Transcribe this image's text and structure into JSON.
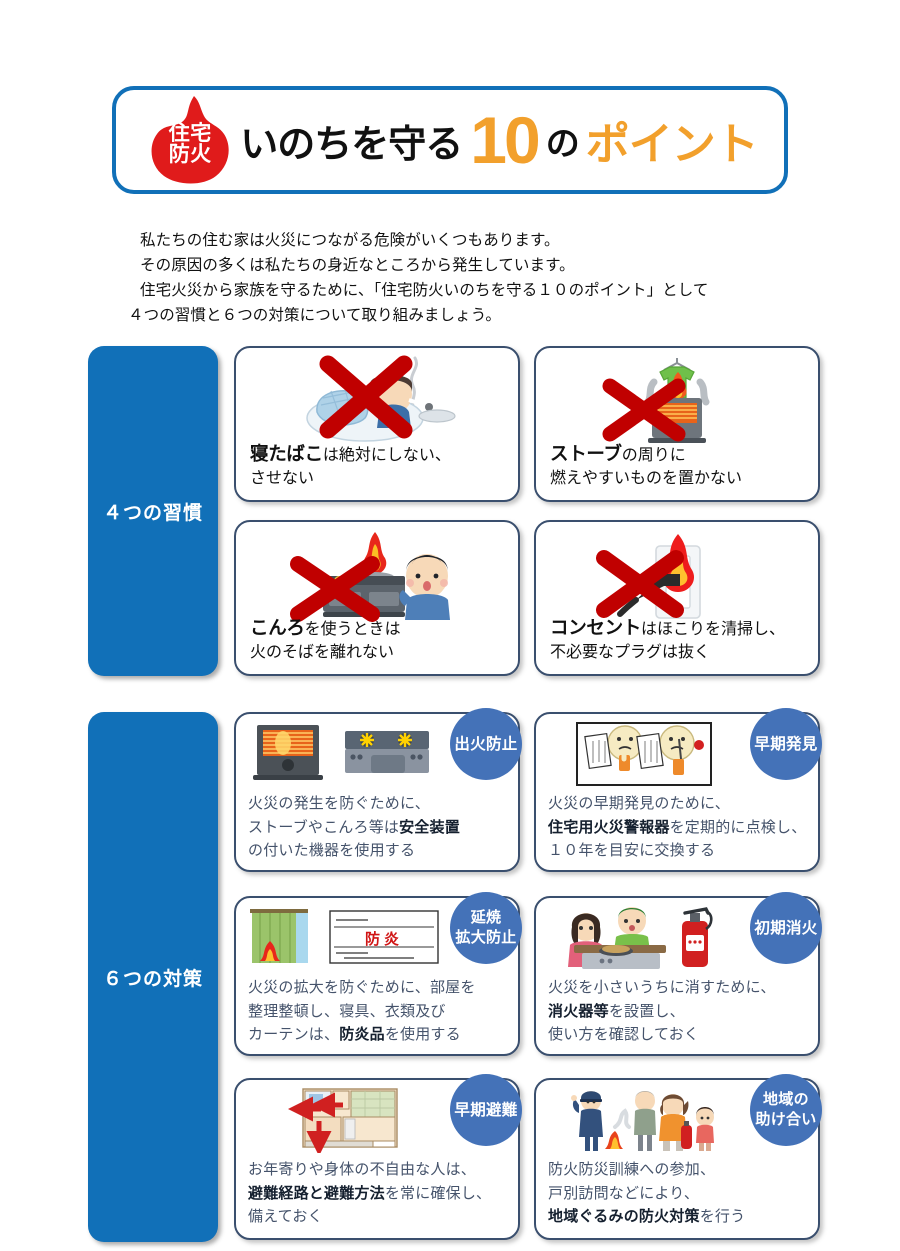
{
  "header": {
    "logo_line1": "住宅",
    "logo_line2": "防火",
    "title_part1": "いのちを守る",
    "title_number": "10",
    "title_no": "の",
    "title_part2": "ポイント",
    "logo_color": "#E01B1B",
    "accent_color": "#F2A02C",
    "border_color": "#1170B8"
  },
  "intro": {
    "line1": "私たちの住む家は火災につながる危険がいくつもあります。",
    "line2": "その原因の多くは私たちの身近なところから発生しています。",
    "line3": "住宅火災から家族を守るために、「住宅防火いのちを守る１０のポイント」として",
    "line4": "４つの習慣と６つの対策について取り組みましょう。"
  },
  "sections": {
    "habits_label": "４つの習慣",
    "measures_label": "６つの対策",
    "label_color": "#1170B8",
    "badge_color": "#4472B8",
    "card_border_color": "#3A4F6E"
  },
  "habits": [
    {
      "id": "h1",
      "icon": "person-smoking-in-bed-icon",
      "lead": "寝たばこ",
      "rest": "は絶対にしない、",
      "line2": "させない"
    },
    {
      "id": "h2",
      "icon": "stove-heater-with-laundry-icon",
      "lead": "ストーブ",
      "rest": "の周りに",
      "line2": "燃えやすいものを置かない"
    },
    {
      "id": "h3",
      "icon": "gas-cooktop-fire-icon",
      "lead": "こんろ",
      "rest": "を使うときは",
      "line2": "火のそばを離れない"
    },
    {
      "id": "h4",
      "icon": "power-outlet-tracking-fire-icon",
      "lead": "コンセント",
      "rest": "はほこりを清掃し、",
      "line2": "不必要なプラグは抜く"
    }
  ],
  "measures": [
    {
      "id": "m1",
      "badge_line1": "出火防止",
      "badge_line2": "",
      "icon": "heater-and-cooktop-icon",
      "lines": [
        [
          {
            "t": "火災の発生を防ぐために、",
            "b": false
          }
        ],
        [
          {
            "t": "ストーブやこんろ等は",
            "b": false
          },
          {
            "t": "安全装置",
            "b": true
          }
        ],
        [
          {
            "t": "の付いた機器を使用する",
            "b": false
          }
        ]
      ]
    },
    {
      "id": "m2",
      "badge_line1": "早期発見",
      "badge_line2": "",
      "icon": "smoke-alarm-check-icon",
      "lines": [
        [
          {
            "t": "火災の早期発見のために、",
            "b": false
          }
        ],
        [
          {
            "t": "住宅用火災警報器",
            "b": true
          },
          {
            "t": "を定期的に点検し、",
            "b": false
          }
        ],
        [
          {
            "t": "１０年を目安に交換する",
            "b": false
          }
        ]
      ]
    },
    {
      "id": "m3",
      "badge_line1": "延焼",
      "badge_line2": "拡大防止",
      "icon": "flame-retardant-curtain-label-icon",
      "lines": [
        [
          {
            "t": "火災の拡大を防ぐために、部屋を",
            "b": false
          }
        ],
        [
          {
            "t": "整理整頓し、寝具、衣類及び",
            "b": false
          }
        ],
        [
          {
            "t": "カーテンは、",
            "b": false
          },
          {
            "t": "防炎品",
            "b": true
          },
          {
            "t": "を使用する",
            "b": false
          }
        ]
      ]
    },
    {
      "id": "m4",
      "badge_line1": "初期消火",
      "badge_line2": "",
      "icon": "fire-extinguisher-kitchen-icon",
      "lines": [
        [
          {
            "t": "火災を小さいうちに消すために、",
            "b": false
          }
        ],
        [
          {
            "t": "消火器等",
            "b": true
          },
          {
            "t": "を設置し、",
            "b": false
          }
        ],
        [
          {
            "t": "使い方を確認しておく",
            "b": false
          }
        ]
      ]
    },
    {
      "id": "m5",
      "badge_line1": "早期避難",
      "badge_line2": "",
      "icon": "floor-plan-escape-route-icon",
      "lines": [
        [
          {
            "t": "お年寄りや身体の不自由な人は、",
            "b": false
          }
        ],
        [
          {
            "t": "避難経路と避難方法",
            "b": true
          },
          {
            "t": "を常に確保し、",
            "b": false
          }
        ],
        [
          {
            "t": "備えておく",
            "b": false
          }
        ]
      ]
    },
    {
      "id": "m6",
      "badge_line1": "地域の",
      "badge_line2": "助け合い",
      "icon": "community-fire-drill-icon",
      "lines": [
        [
          {
            "t": "防火防災訓練への参加、",
            "b": false
          }
        ],
        [
          {
            "t": "戸別訪問などにより、",
            "b": false
          }
        ],
        [
          {
            "t": "地域ぐるみの防火対策",
            "b": true
          },
          {
            "t": "を行う",
            "b": false
          }
        ]
      ]
    }
  ]
}
